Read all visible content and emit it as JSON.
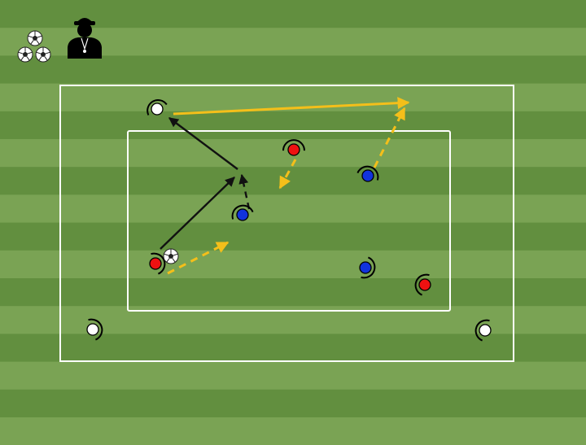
{
  "pitch": {
    "stripe_light": "#7aa354",
    "stripe_dark": "#628f3f",
    "line_color": "#ffffff"
  },
  "equipment": {
    "balls_icon": "soccer-balls-icon",
    "coach_icon": "coach-icon"
  },
  "players": {
    "red_color": "#ee1111",
    "blue_color": "#1133dd",
    "white_color": "#ffffff",
    "counts": {
      "red": 3,
      "blue": 3,
      "white": 3
    }
  },
  "arrows": {
    "pass_color": "#f4bf1a",
    "run_color": "#111111"
  }
}
